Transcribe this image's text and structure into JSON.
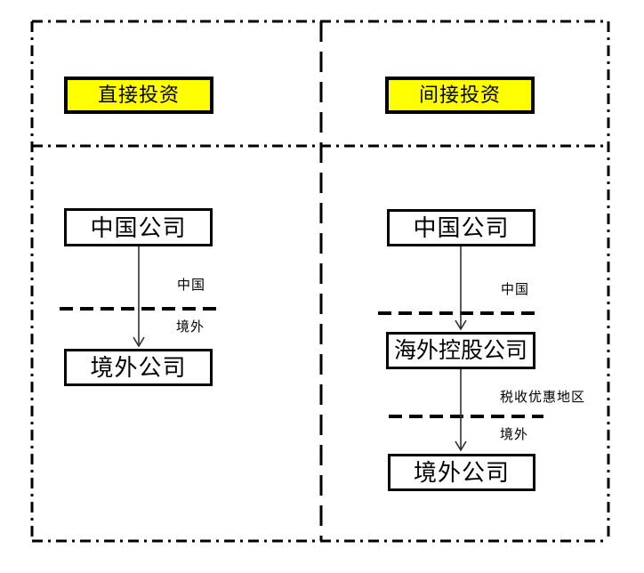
{
  "colors": {
    "highlight": "#FFFF00",
    "line": "#000000",
    "arrow": "#303030",
    "box_bg": "#FFFFFF"
  },
  "left_panel": {
    "header": "直接投资",
    "top_company": "中国公司",
    "bottom_company": "境外公司",
    "labels": {
      "above_boundary": "中国",
      "below_boundary": "境外"
    }
  },
  "right_panel": {
    "header": "间接投资",
    "top_company": "中国公司",
    "middle_company": "海外控股公司",
    "bottom_company": "境外公司",
    "labels": {
      "above_boundary1": "中国",
      "above_boundary2": "税收优惠地区",
      "below_boundary2": "境外"
    }
  }
}
